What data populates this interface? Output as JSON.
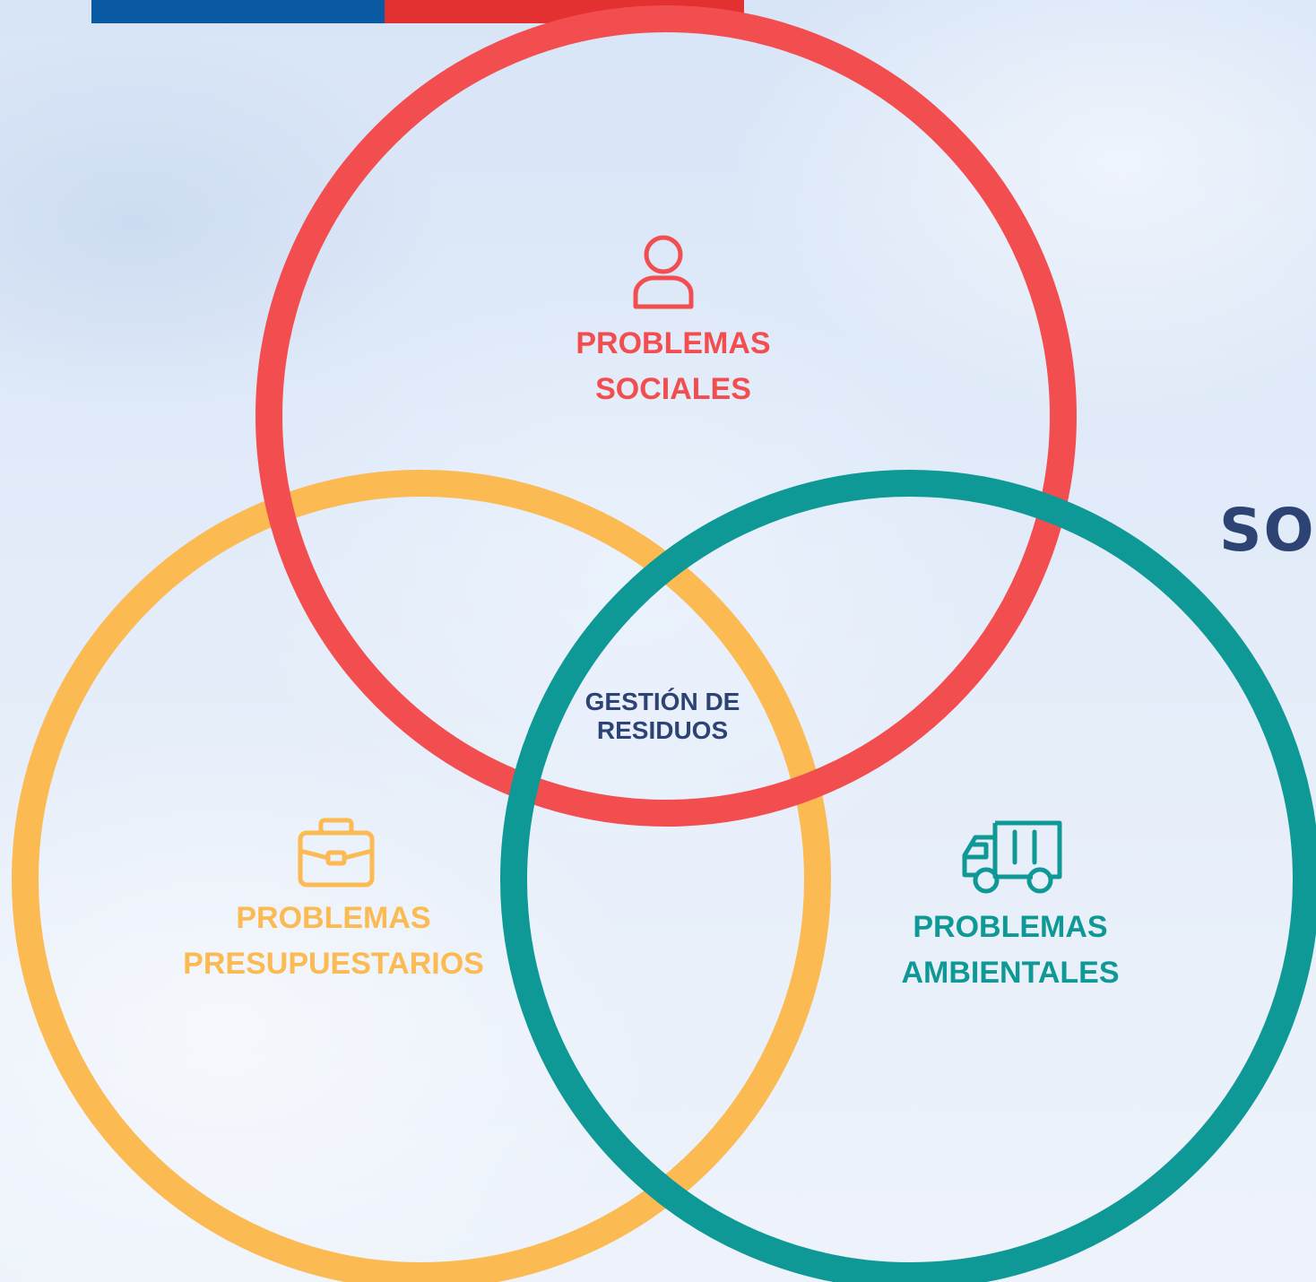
{
  "flag": {
    "blue": "#0a5aa3",
    "red": "#e33030"
  },
  "diagram": {
    "circles": [
      {
        "name": "social",
        "color": "#f24e50"
      },
      {
        "name": "budget",
        "color": "#fbba52"
      },
      {
        "name": "environment",
        "color": "#0f9996"
      }
    ],
    "social": {
      "icon": "user-icon",
      "line1": "PROBLEMAS",
      "line2": "SOCIALES",
      "color": "#f24e50"
    },
    "budget": {
      "icon": "briefcase-icon",
      "line1": "PROBLEMAS",
      "line2": "PRESUPUESTARIOS",
      "color": "#fbba52"
    },
    "environment": {
      "icon": "truck-icon",
      "line1": "PROBLEMAS",
      "line2": "AMBIENTALES",
      "color": "#0f9996"
    },
    "center": {
      "line1": "GESTIÓN DE",
      "line2": "RESIDUOS",
      "color": "#2d4373"
    }
  },
  "side_heading": {
    "text": "SO",
    "color": "#2d4373"
  }
}
